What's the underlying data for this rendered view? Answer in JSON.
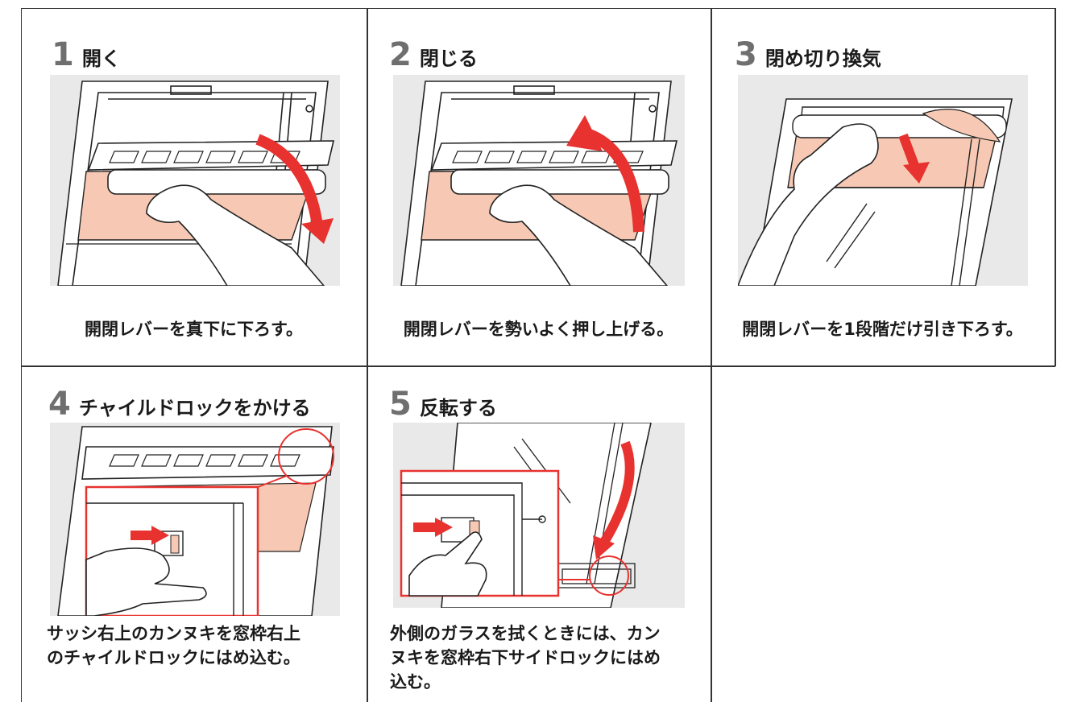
{
  "colors": {
    "accent_red": "#e8322f",
    "shade_pink": "#f7c9b4",
    "panel_gray": "#e8e9e8",
    "number_gray": "#6f6f6f"
  },
  "steps": [
    {
      "number": "1",
      "title": "開く",
      "caption": "開閉レバーを真下に下ろす。"
    },
    {
      "number": "2",
      "title": "閉じる",
      "caption": "開閉レバーを勢いよく押し上げる。"
    },
    {
      "number": "3",
      "title": "閉め切り換気",
      "caption": "開閉レバーを1段階だけ引き下ろす。"
    },
    {
      "number": "4",
      "title": "チャイルドロックをかける",
      "caption_lines": [
        "サッシ右上のカンヌキを窓枠右上",
        "のチャイルドロックにはめ込む。"
      ]
    },
    {
      "number": "5",
      "title": "反転する",
      "caption_lines": [
        "外側のガラスを拭くときには、カン",
        "ヌキを窓枠右下サイドロックにはめ",
        "込む。"
      ]
    }
  ]
}
